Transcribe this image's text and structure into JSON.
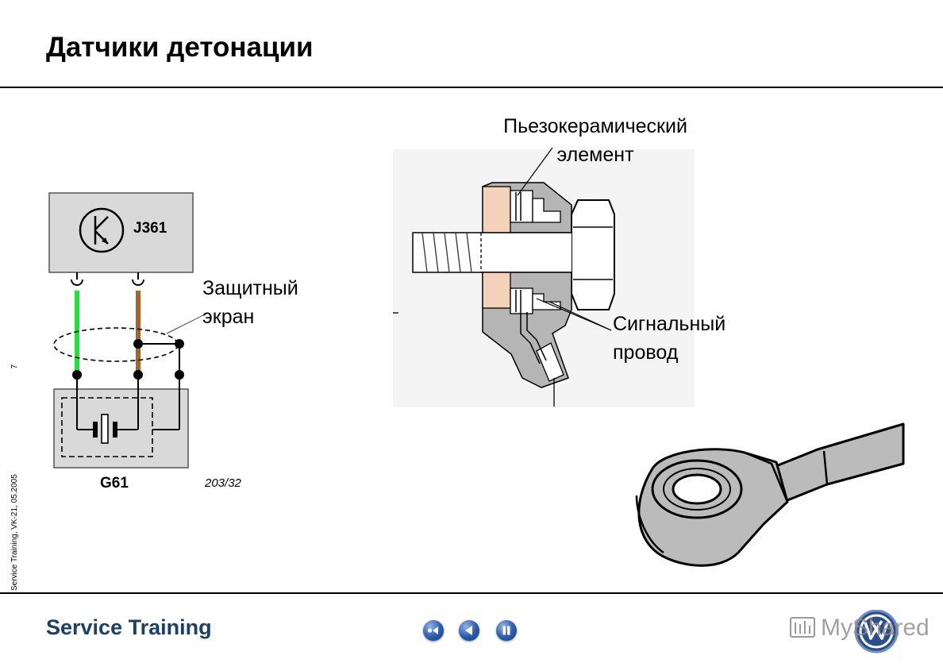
{
  "slide": {
    "title": "Датчики детонации",
    "side_info": "Service Training, VK-21, 05.2005",
    "page_number": "7"
  },
  "diagram": {
    "control_unit_label": "J361",
    "sensor_label": "G61",
    "figure_code": "203/32",
    "shield_label": [
      "Защитный",
      "экран"
    ],
    "piezo_label": [
      "Пьезокерамический",
      "элемент"
    ],
    "signal_label": [
      "Сигнальный",
      "провод"
    ],
    "wire_colors": {
      "signal": "#22e03a",
      "brown": "#a0662a"
    }
  },
  "footer": {
    "brand": "Service Training",
    "nav_buttons": [
      "rewind-icon",
      "back-icon",
      "pause-icon"
    ],
    "watermark": "MyShared"
  }
}
